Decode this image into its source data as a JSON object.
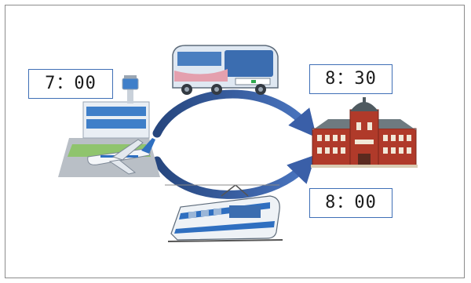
{
  "times": {
    "airport": "7：00",
    "bus_arrival": "8：30",
    "train_arrival": "8：00"
  },
  "colors": {
    "arrow": "#3a5fa8",
    "box_border": "#3f6fb6",
    "bus_body": "#dfe8f2",
    "bus_stripe": "#e4a0ae",
    "train_stripe": "#2f6fc0",
    "station_brick": "#b03a2a"
  },
  "icons": [
    "airport-icon",
    "airplane-icon",
    "bus-icon",
    "train-icon",
    "station-icon",
    "arrow-icon"
  ]
}
